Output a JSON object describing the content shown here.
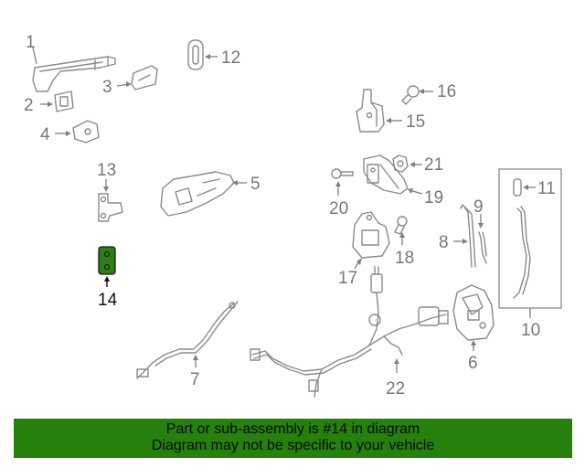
{
  "diagram": {
    "callouts": [
      "1",
      "2",
      "3",
      "4",
      "5",
      "6",
      "7",
      "8",
      "9",
      "10",
      "11",
      "12",
      "13",
      "14",
      "15",
      "16",
      "17",
      "18",
      "19",
      "20",
      "21",
      "22"
    ],
    "highlighted_part": "14",
    "highlight_color": "#2e7d18"
  },
  "banner": {
    "line1": "Part or sub-assembly is #14 in diagram",
    "line2": "Diagram may not be specific to your vehicle",
    "background": "#25800c"
  }
}
